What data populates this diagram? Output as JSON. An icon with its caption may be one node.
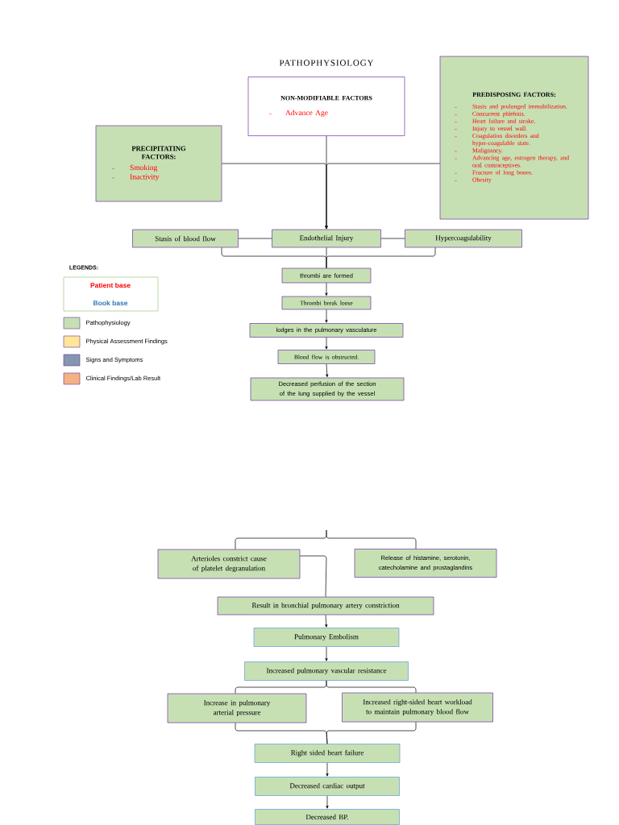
{
  "diagram": {
    "title": "PATHOPHYSIOLOGY",
    "nodes": [
      {
        "text": [
          "NON-MODIFIABLE FACTORS",
          "Advance Age"
        ]
      },
      {
        "text": [
          "PRECIPITATING FACTORS:",
          "Smoking",
          "Inactivity"
        ]
      },
      {
        "text": [
          "PREDISPOSING FACTORS:",
          "Stasis and prolonged immobilization.",
          "Concurrent phlebitis.",
          "Heart failure and stroke.",
          "Injury to vessel wall.",
          "Coagulation disorders and hyper-coagulable state.",
          "Malignancy.",
          "Advancing age, estrogen therapy, and oral contraceptives.",
          "Fracture of long bones.",
          "Obesity"
        ]
      },
      {
        "text": [
          "Stasis of blood flow"
        ]
      },
      {
        "text": [
          "Endothelial Injury"
        ]
      },
      {
        "text": [
          "Hypercoagulability"
        ]
      },
      {
        "text": [
          "thrombi are formed"
        ]
      },
      {
        "text": [
          "Thrombi break loose"
        ]
      },
      {
        "text": [
          "lodges in the pulmonary vasculature"
        ]
      },
      {
        "text": [
          "Blood flow is obstructed."
        ]
      },
      {
        "text": [
          "Decreased perfusion of the section of the lung supplied by the vessel"
        ]
      },
      {
        "text": [
          "Arterioles constrict cause of platelet degranulation"
        ]
      },
      {
        "text": [
          "Release of histamine, serotonin, catecholamine and prostaglandins"
        ]
      },
      {
        "text": [
          "Result in bronchial pulmonary artery constriction"
        ]
      },
      {
        "text": [
          "Pulmonary Embolism"
        ]
      },
      {
        "text": [
          "Increased pulmonary vascular resistance"
        ]
      },
      {
        "text": [
          "Increase in pulmonary arterial pressure"
        ]
      },
      {
        "text": [
          "Increased right-sided heart workload to maintain pulmonary blood flow"
        ]
      },
      {
        "text": [
          "Right sided heart failure"
        ]
      },
      {
        "text": [
          "Decreased cardiac output"
        ]
      },
      {
        "text": [
          "Decreased BP."
        ]
      }
    ],
    "edges": [
      {
        "from": 0,
        "to": 4,
        "arrow": "to"
      },
      {
        "from": 1,
        "to": 4,
        "arrow": "to"
      },
      {
        "from": 2,
        "to": 4,
        "arrow": "to"
      },
      {
        "from": 3,
        "to": 4,
        "arrow": "none"
      },
      {
        "from": 4,
        "to": 5,
        "arrow": "none"
      },
      {
        "from": 3,
        "to": 6,
        "arrow": "none"
      },
      {
        "from": 4,
        "to": 6,
        "arrow": "none"
      },
      {
        "from": 5,
        "to": 6,
        "arrow": "none"
      },
      {
        "from": 6,
        "to": 7,
        "arrow": "to"
      },
      {
        "from": 7,
        "to": 8,
        "arrow": "to"
      },
      {
        "from": 8,
        "to": 9,
        "arrow": "to"
      },
      {
        "from": 9,
        "to": 10,
        "arrow": "to"
      },
      {
        "from": null,
        "to": 11,
        "arrow": "none"
      },
      {
        "from": null,
        "to": 12,
        "arrow": "none"
      },
      {
        "from": 11,
        "to": 13,
        "arrow": "none"
      },
      {
        "from": 13,
        "to": 14,
        "arrow": "to"
      },
      {
        "from": 14,
        "to": 15,
        "arrow": "to"
      },
      {
        "from": 15,
        "to": 16,
        "arrow": "none"
      },
      {
        "from": 15,
        "to": 17,
        "arrow": "none"
      },
      {
        "from": 16,
        "to": 18,
        "arrow": "none"
      },
      {
        "from": 17,
        "to": 18,
        "arrow": "none"
      },
      {
        "from": 18,
        "to": 19,
        "arrow": "to"
      },
      {
        "from": 19,
        "to": 20,
        "arrow": "to"
      }
    ],
    "labels": [
      "LEGENDS:"
    ],
    "legend": [
      {
        "text": "Patient base",
        "color": "#ff0000"
      },
      {
        "text": "Book base",
        "color": "#2e75b6"
      },
      {
        "text": "Pathophysiology",
        "color": "#c6e0b4"
      },
      {
        "text": "Physical Assessment Findings",
        "color": "#ffe699"
      },
      {
        "text": "Signs and Symptoms",
        "color": "#8497b0"
      },
      {
        "text": "Clinical Findings/Lab Result",
        "color": "#f4b183"
      }
    ]
  }
}
